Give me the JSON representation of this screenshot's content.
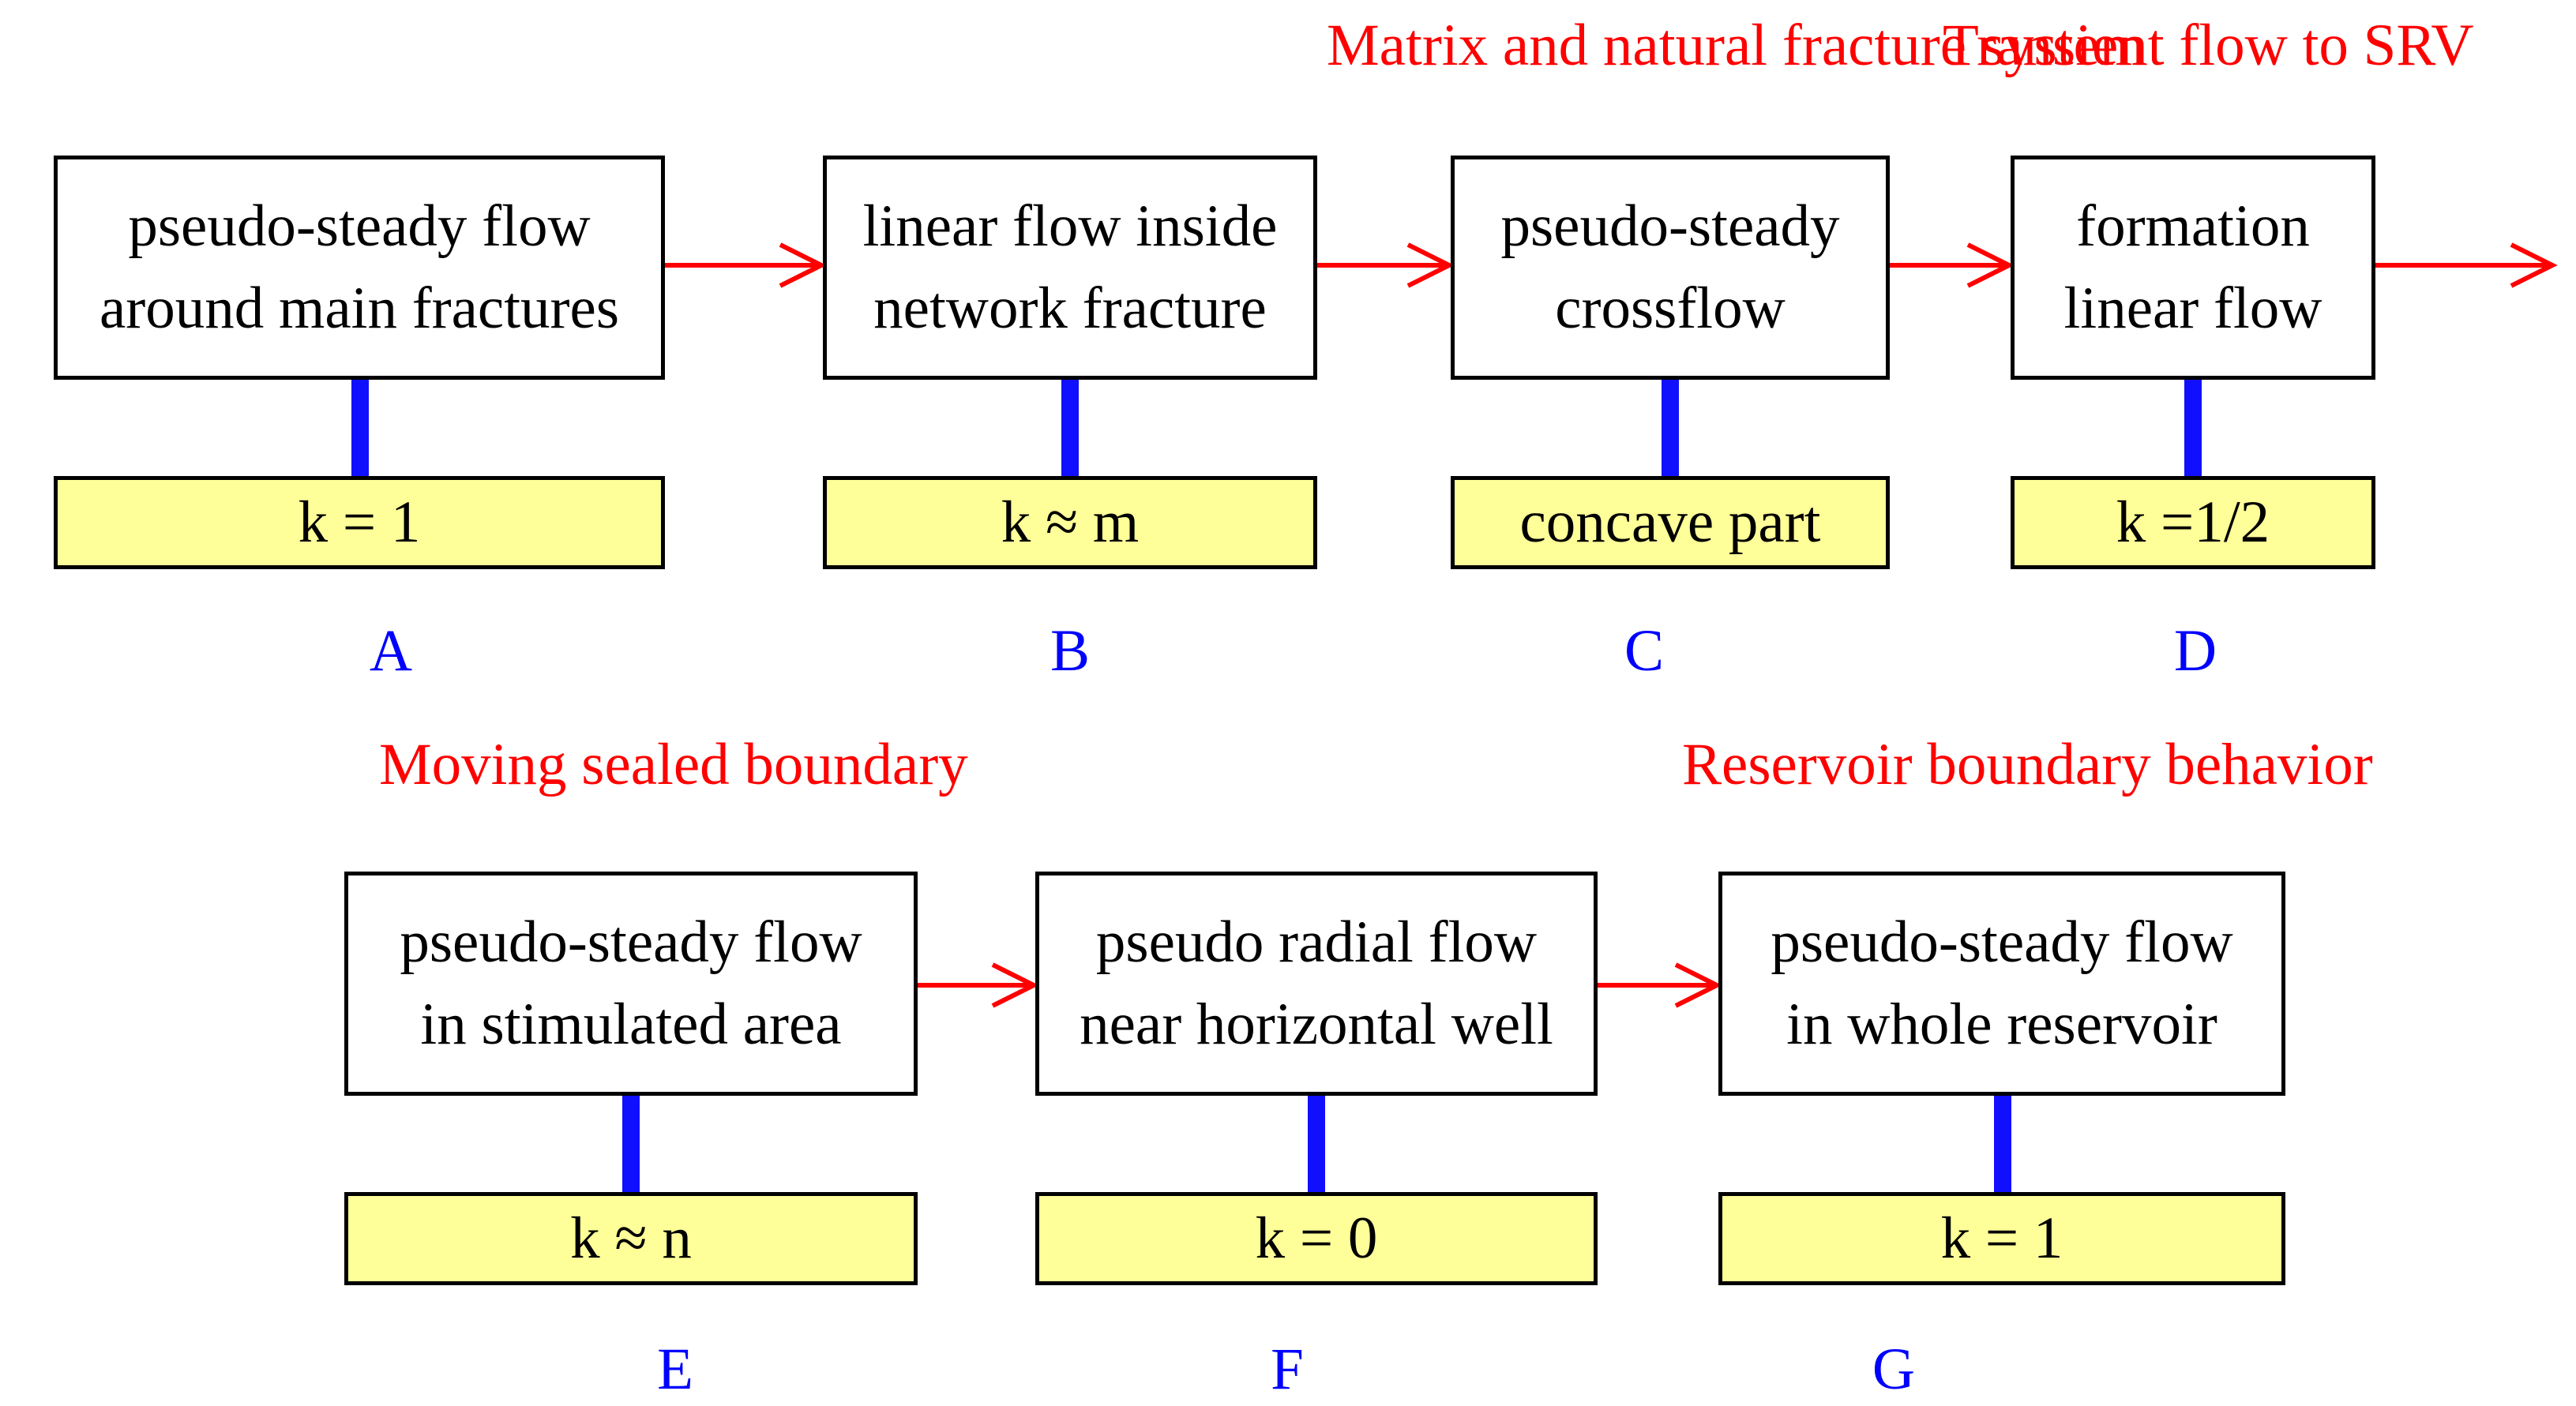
{
  "colors": {
    "box_border": "#000000",
    "label_fill": "#FFFF99",
    "connector": "#1010FF",
    "arrow": "#FF0000",
    "note_text": "#FF0000",
    "letter_text": "#0000FF"
  },
  "stages": [
    {
      "id": "A",
      "text": "pseudo-steady flow\naround main fractures",
      "k_label": "k = 1",
      "letter": "A",
      "note": ""
    },
    {
      "id": "B",
      "text": "linear flow inside\nnetwork fracture",
      "k_label": "k ≈ m",
      "letter": "B",
      "note": ""
    },
    {
      "id": "C",
      "text": "pseudo-steady\ncrossflow",
      "k_label": "concave part",
      "letter": "C",
      "note": "Matrix and natural\nfracture system"
    },
    {
      "id": "D",
      "text": "formation\nlinear flow",
      "k_label": "k =1/2",
      "letter": "D",
      "note": "Transient flow\nto SRV"
    },
    {
      "id": "E",
      "text": "pseudo-steady flow\nin stimulated area",
      "k_label": "k ≈ n",
      "letter": "E",
      "note": "Moving sealed\nboundary"
    },
    {
      "id": "F",
      "text": "pseudo radial flow\nnear horizontal well",
      "k_label": "k = 0",
      "letter": "F",
      "note": ""
    },
    {
      "id": "G",
      "text": "pseudo-steady flow\nin whole reservoir",
      "k_label": "k = 1",
      "letter": "G",
      "note": "Reservoir boundary\nbehavior"
    }
  ]
}
